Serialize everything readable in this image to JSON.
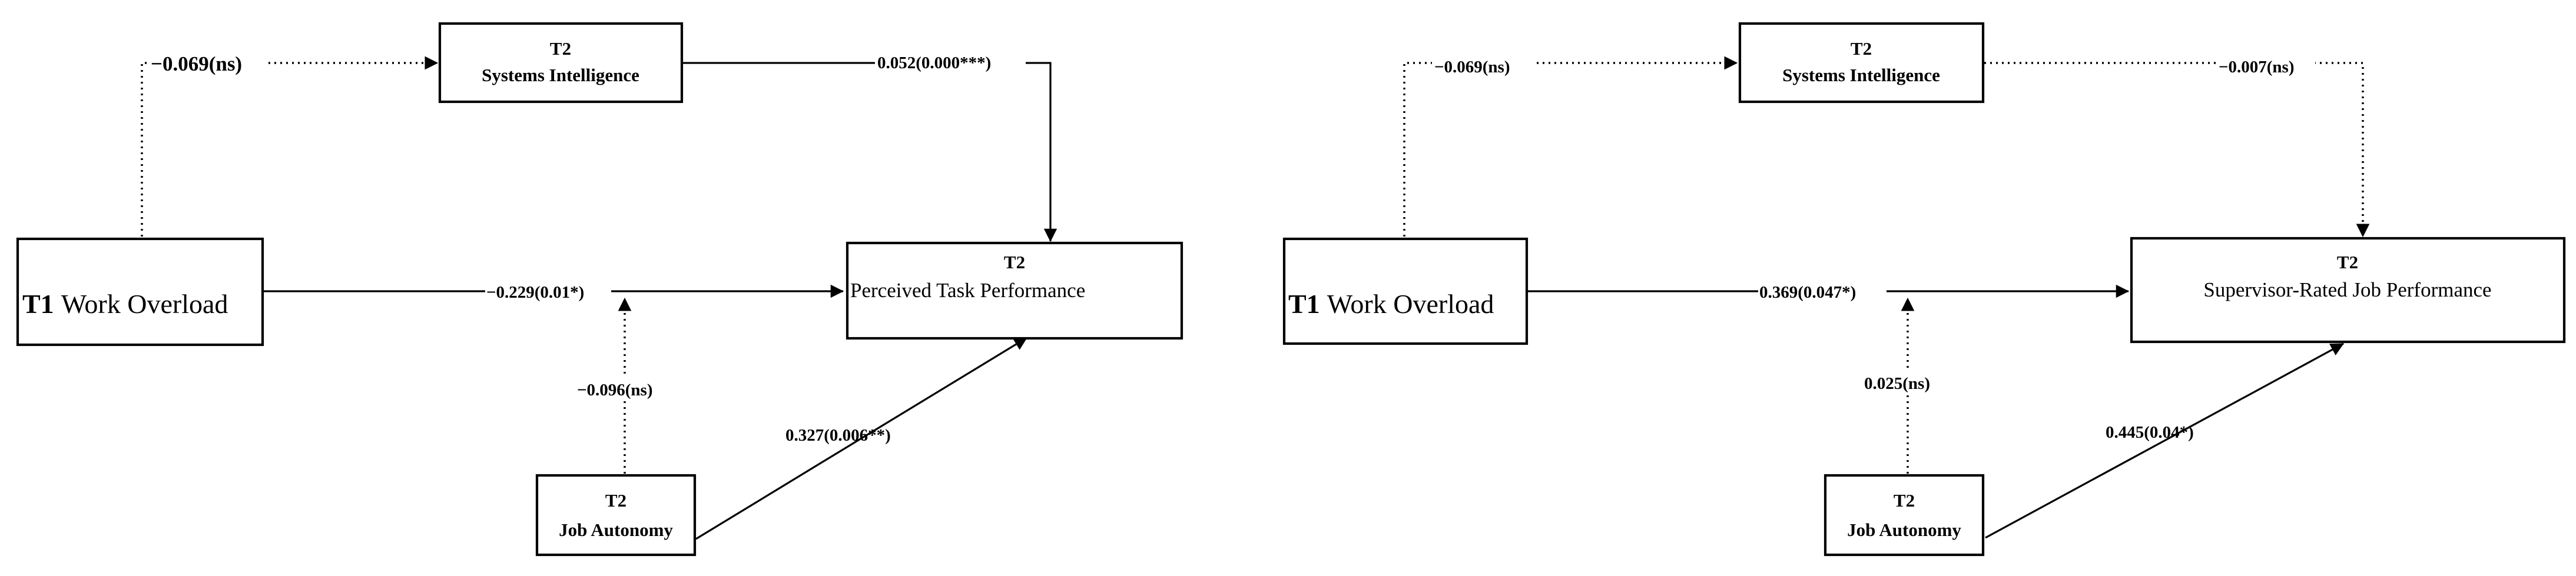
{
  "panels": [
    {
      "systems_box": {
        "line1": "T2",
        "line2": "Systems Intelligence"
      },
      "outcome_box": {
        "line1": "T2",
        "line2": "Perceived Task Performance"
      },
      "workload_box": {
        "prefix": "T1",
        "label": "Work Overload"
      },
      "autonomy_box": {
        "line1": "T2",
        "line2": "Job Autonomy"
      },
      "paths": {
        "overload_to_systems": "−0.069(ns)",
        "systems_to_outcome": "0.052(0.000***)",
        "overload_to_outcome": "−0.229(0.01*)",
        "autonomy_moderation": "−0.096(ns)",
        "autonomy_to_outcome": "0.327(0.006**)"
      }
    },
    {
      "systems_box": {
        "line1": "T2",
        "line2": "Systems Intelligence"
      },
      "outcome_box": {
        "line1": "T2",
        "line2": "Supervisor-Rated Job Performance"
      },
      "workload_box": {
        "prefix": "T1",
        "label": "Work Overload"
      },
      "autonomy_box": {
        "line1": "T2",
        "line2": "Job Autonomy"
      },
      "paths": {
        "overload_to_systems": "−0.069(ns)",
        "systems_to_outcome": "−0.007(ns)",
        "overload_to_outcome": "0.369(0.047*)",
        "autonomy_moderation": "0.025(ns)",
        "autonomy_to_outcome": "0.445(0.04*)"
      }
    }
  ]
}
